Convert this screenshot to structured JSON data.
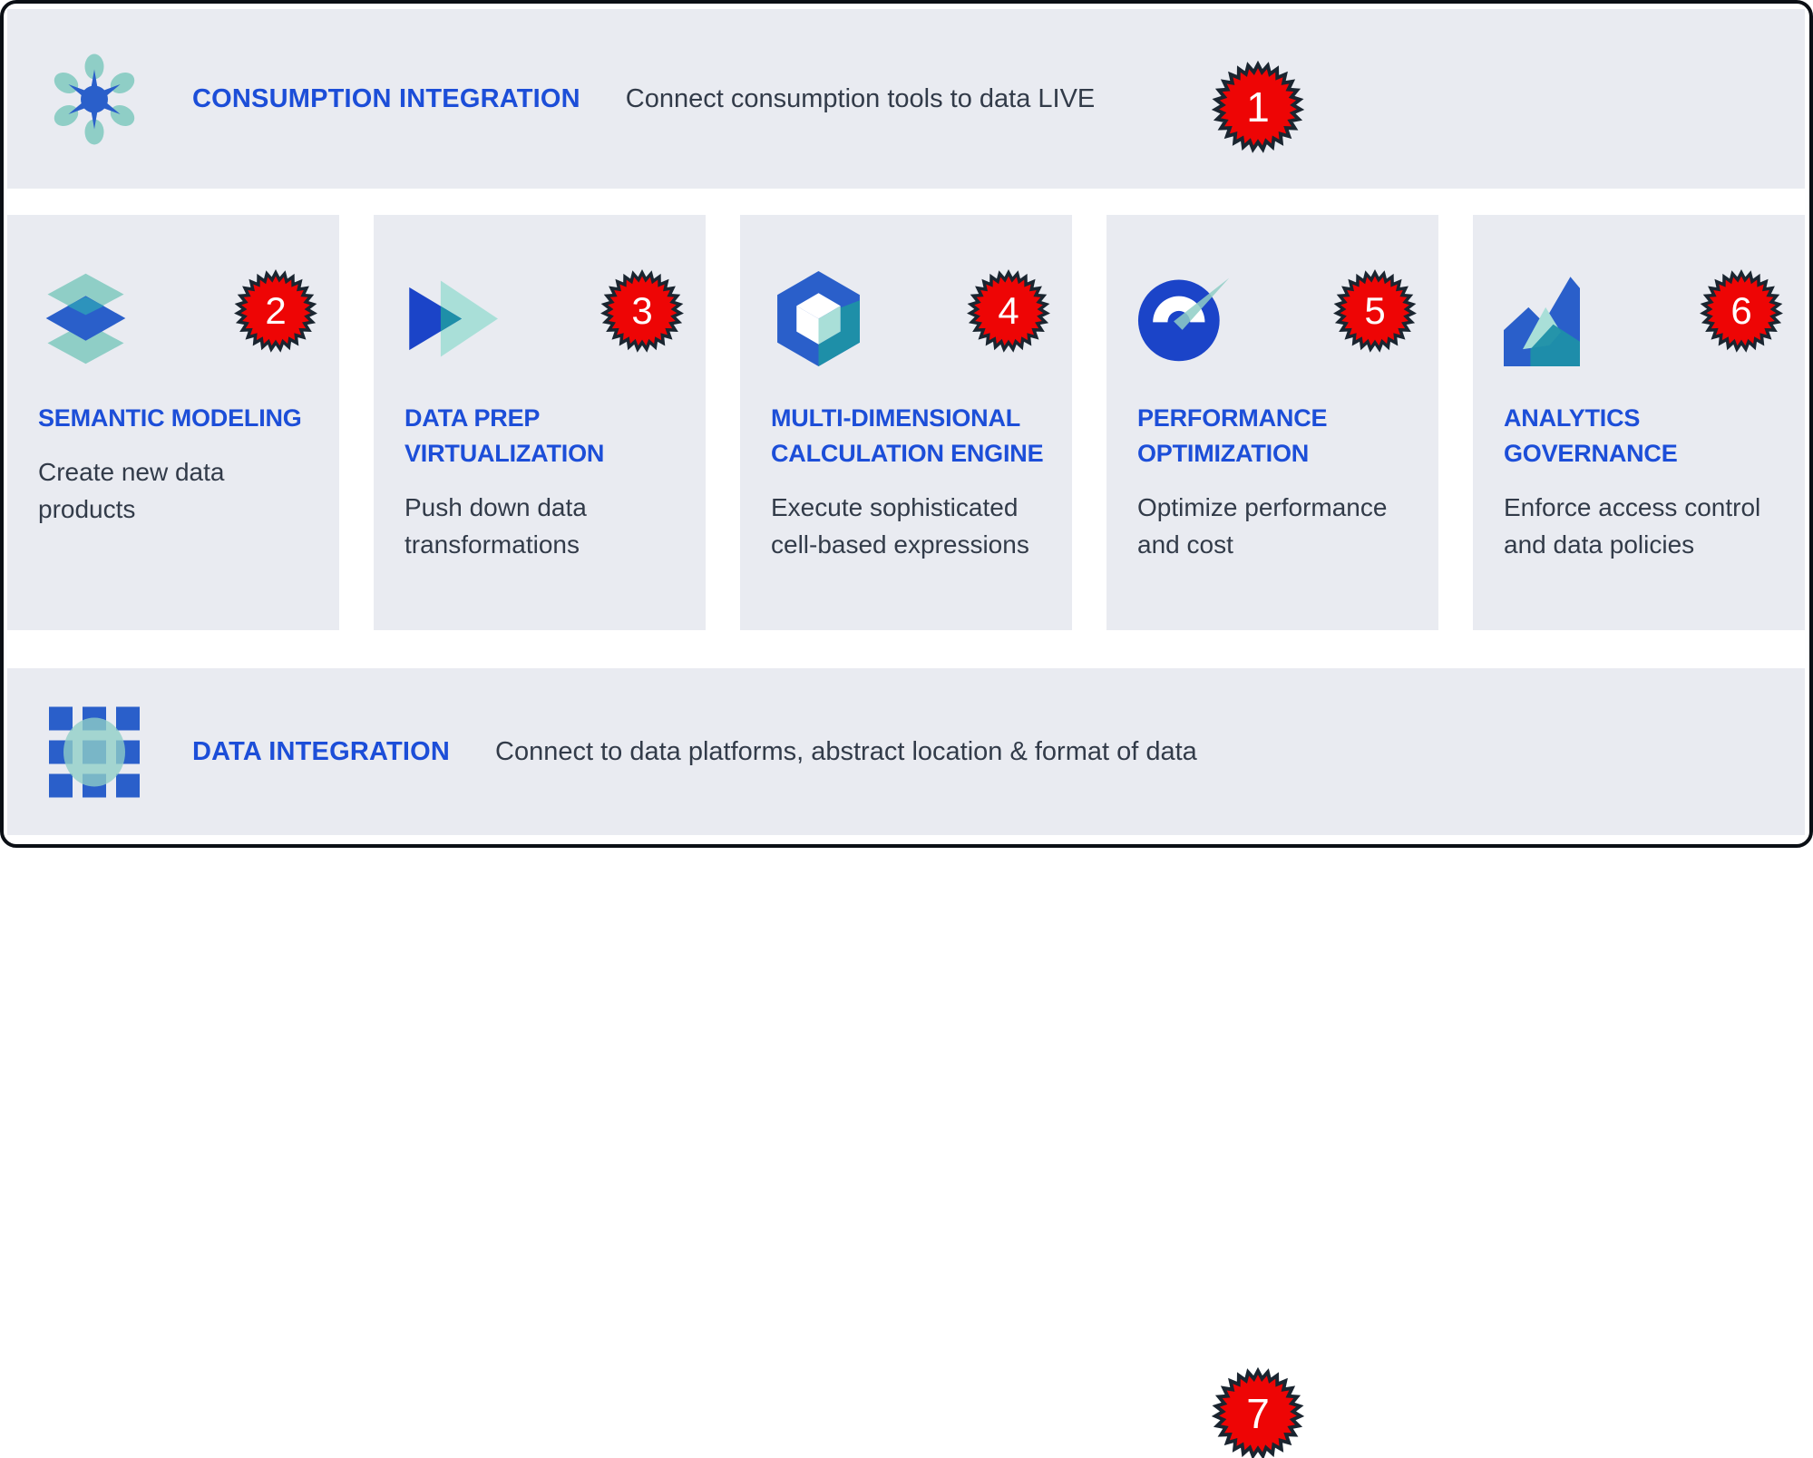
{
  "top_bar": {
    "icon": "hub-network-icon",
    "title": "CONSUMPTION INTEGRATION",
    "subtitle": "Connect consumption tools to data LIVE",
    "badge": "1"
  },
  "cards": [
    {
      "icon": "layers-icon",
      "title": "SEMANTIC MODELING",
      "description": "Create new data products",
      "badge": "2"
    },
    {
      "icon": "fast-forward-icon",
      "title": "DATA PREP VIRTUALIZATION",
      "description": "Push down data transformations",
      "badge": "3"
    },
    {
      "icon": "cube-icon",
      "title": "MULTI-DIMENSIONAL CALCULATION ENGINE",
      "description": "Execute sophisticated cell-based expressions",
      "badge": "4"
    },
    {
      "icon": "gauge-icon",
      "title": "PERFORMANCE OPTIMIZATION",
      "description": "Optimize performance and cost",
      "badge": "5"
    },
    {
      "icon": "area-chart-icon",
      "title": "ANALYTICS GOVERNANCE",
      "description": "Enforce access control and data policies",
      "badge": "6"
    }
  ],
  "bottom_bar": {
    "icon": "grid-icon",
    "title": "DATA INTEGRATION",
    "subtitle": "Connect to data platforms, abstract location & format of data",
    "badge": "7"
  },
  "colors": {
    "band_bg": "#E9EBF1",
    "title_blue": "#1C4ED8",
    "body_text": "#323B49",
    "badge_red": "#EE0505",
    "badge_outline": "#1A2530",
    "icon_blue": "#2A5FCA",
    "icon_blue_deep": "#1B44C8",
    "icon_teal": "#8FCEC6",
    "icon_teal_light": "#A9DFD8",
    "icon_teal_dark": "#1E8FA8",
    "icon_teal_mid": "#2D93BC"
  }
}
